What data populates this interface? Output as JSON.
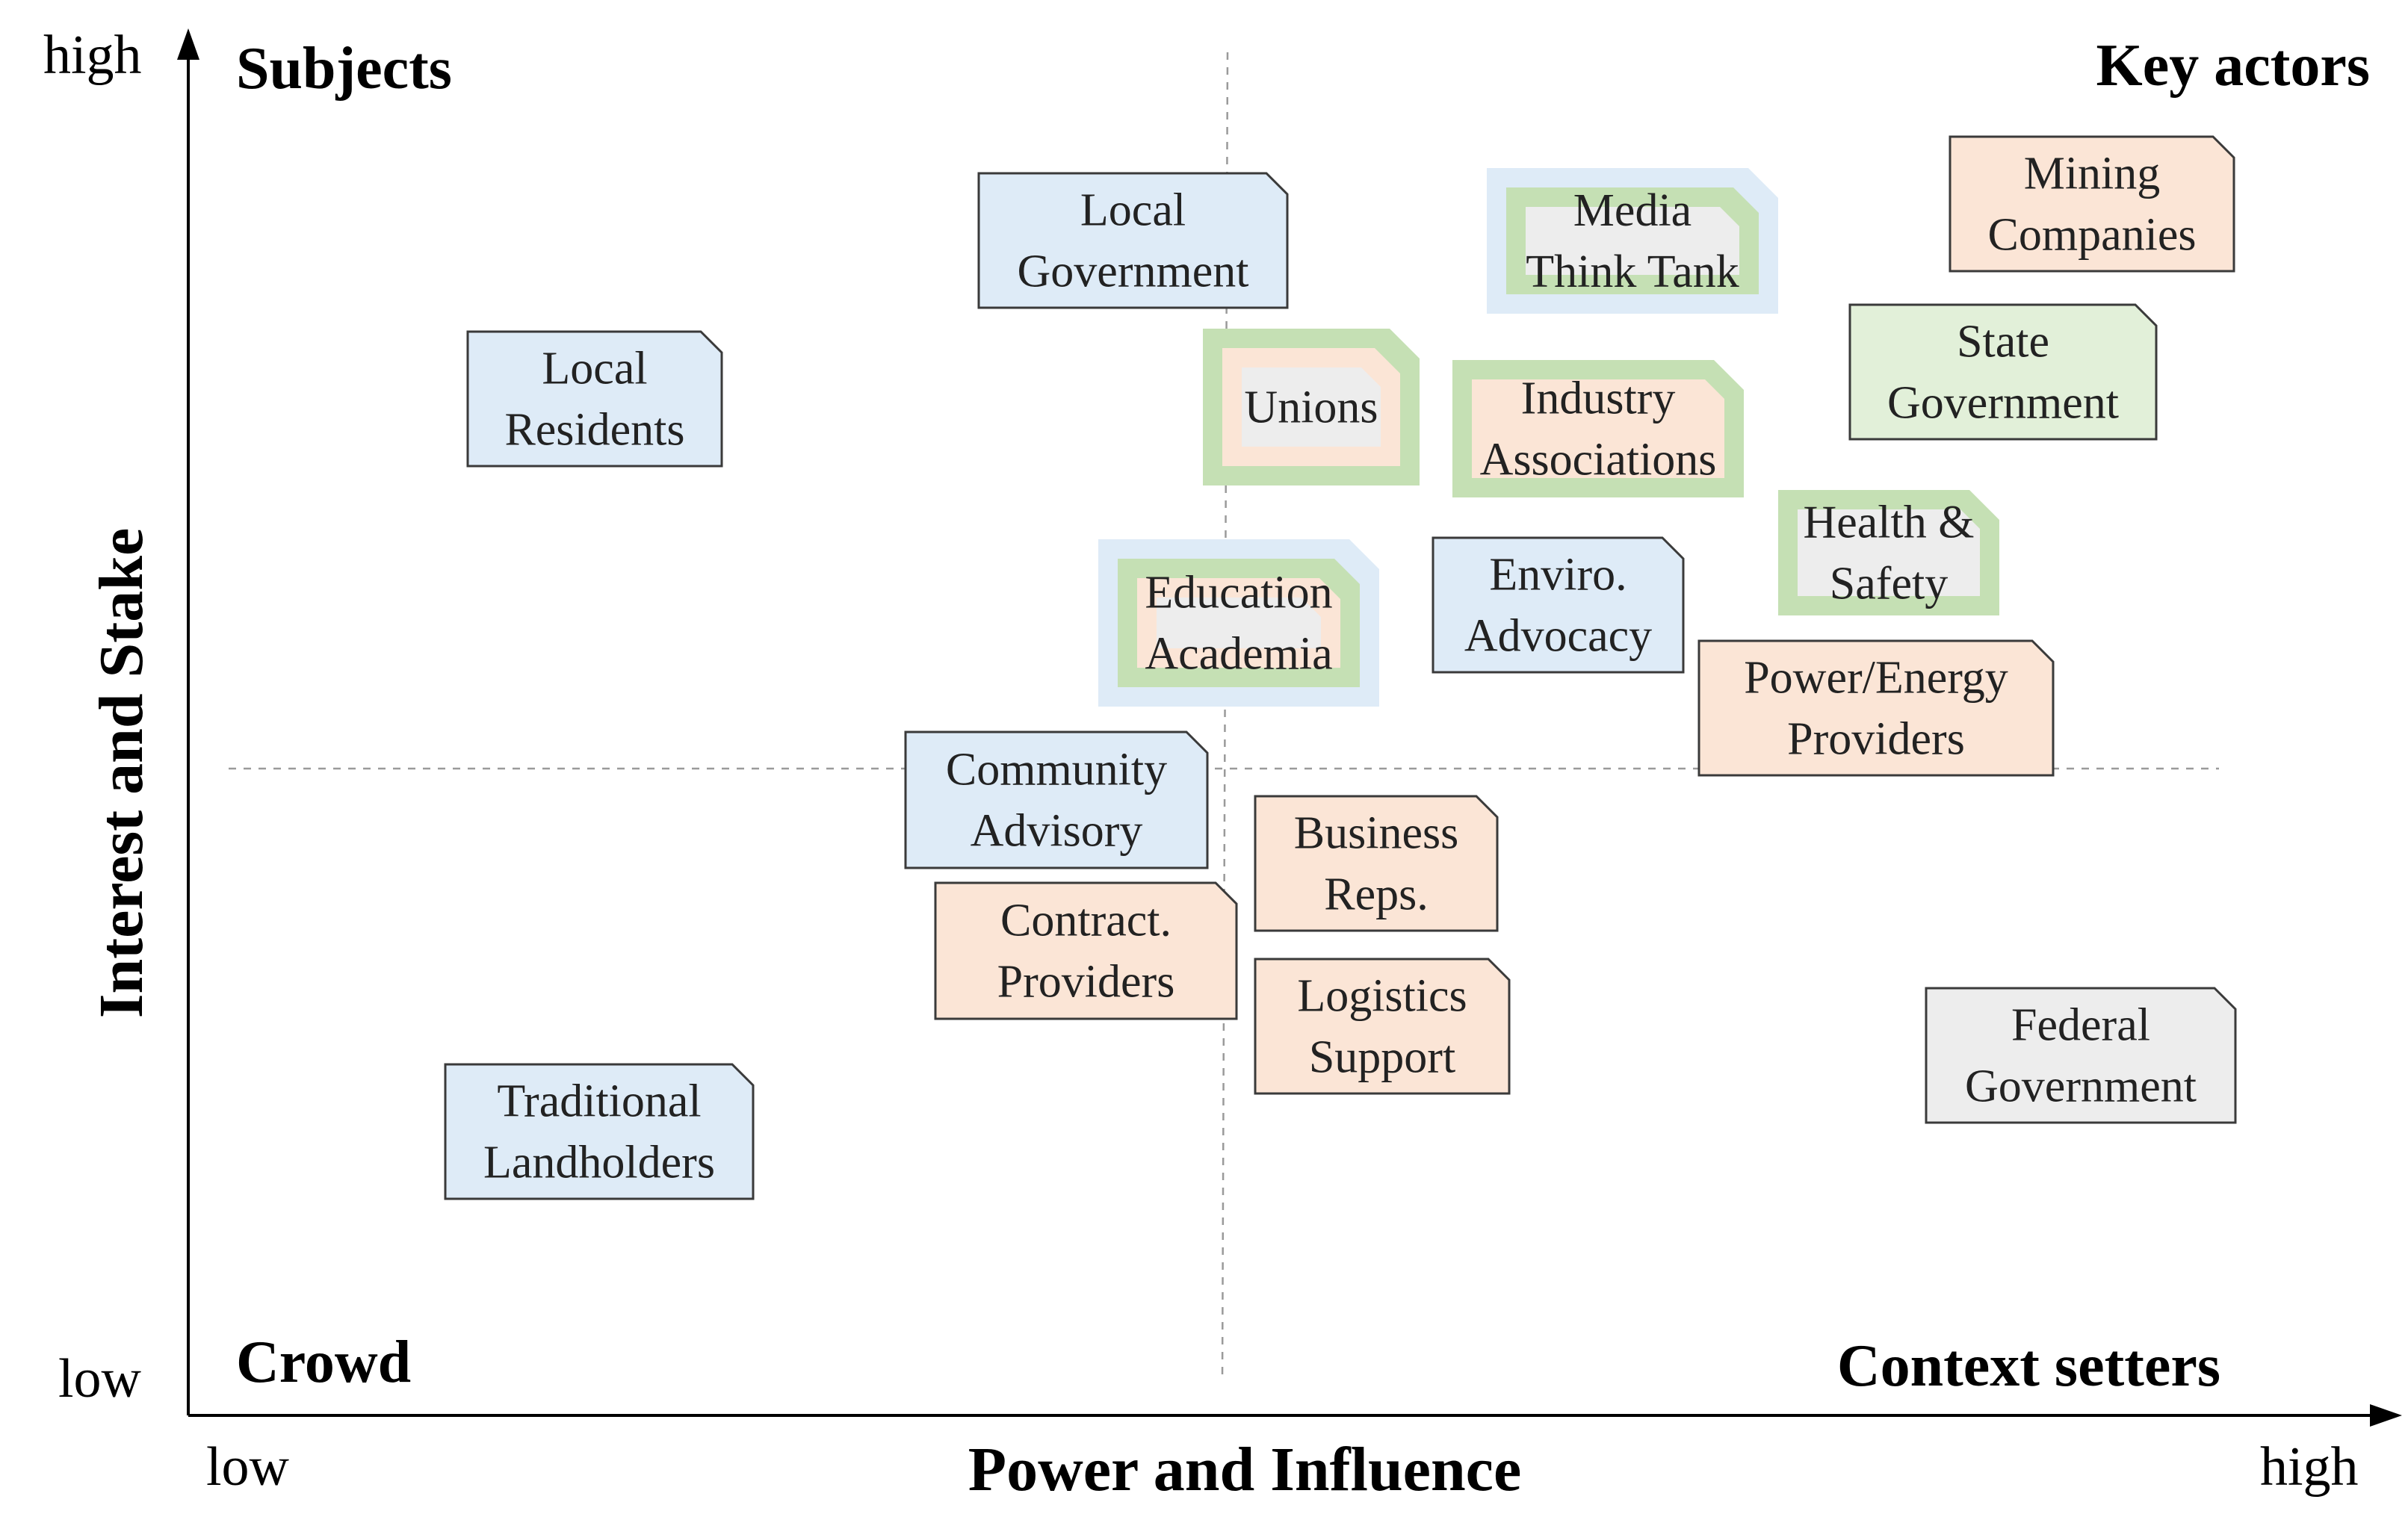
{
  "axes": {
    "x_label": "Power and Influence",
    "y_label": "Interest and Stake",
    "x_low": "low",
    "x_high": "high",
    "y_low": "low",
    "y_high": "high"
  },
  "quadrants": {
    "top_left": "Subjects",
    "top_right": "Key actors",
    "bottom_left": "Crowd",
    "bottom_right": "Context setters"
  },
  "legend_colors": {
    "blue": "#deebf7",
    "orange": "#fbe5d6",
    "green": "#e2f0d9",
    "gray": "#ededed",
    "green_frame": "#c5e0b4",
    "blue_frame": "#deebf7",
    "border": "#3a3a3a"
  },
  "stakeholders": [
    {
      "id": "local-government",
      "line1": "Local",
      "line2": "Government",
      "fill": "blue"
    },
    {
      "id": "media-think-tank",
      "line1": "Media",
      "line2": "Think Tank",
      "fill": "gray",
      "frames": [
        "blue",
        "green"
      ]
    },
    {
      "id": "mining-companies",
      "line1": "Mining",
      "line2": "Companies",
      "fill": "orange"
    },
    {
      "id": "local-residents",
      "line1": "Local",
      "line2": "Residents",
      "fill": "blue"
    },
    {
      "id": "unions",
      "line1": "Unions",
      "line2": "",
      "fill": "gray",
      "frames": [
        "green",
        "orange"
      ]
    },
    {
      "id": "industry-associations",
      "line1": "Industry",
      "line2": "Associations",
      "fill": "orange",
      "frames": [
        "green"
      ]
    },
    {
      "id": "state-government",
      "line1": "State",
      "line2": "Government",
      "fill": "green"
    },
    {
      "id": "health-safety",
      "line1": "Health &",
      "line2": "Safety",
      "fill": "gray",
      "frames": [
        "green"
      ]
    },
    {
      "id": "education-academia",
      "line1": "Education",
      "line2": "Academia",
      "fill": "gray",
      "frames": [
        "blue",
        "green",
        "orange"
      ]
    },
    {
      "id": "enviro-advocacy",
      "line1": "Enviro.",
      "line2": "Advocacy",
      "fill": "blue"
    },
    {
      "id": "power-energy-providers",
      "line1": "Power/Energy",
      "line2": "Providers",
      "fill": "orange"
    },
    {
      "id": "community-advisory",
      "line1": "Community",
      "line2": "Advisory",
      "fill": "blue"
    },
    {
      "id": "business-reps",
      "line1": "Business",
      "line2": "Reps.",
      "fill": "orange"
    },
    {
      "id": "contract-providers",
      "line1": "Contract.",
      "line2": "Providers",
      "fill": "orange"
    },
    {
      "id": "logistics-support",
      "line1": "Logistics",
      "line2": "Support",
      "fill": "orange"
    },
    {
      "id": "federal-government",
      "line1": "Federal",
      "line2": "Government",
      "fill": "gray"
    },
    {
      "id": "traditional-landholders",
      "line1": "Traditional",
      "line2": "Landholders",
      "fill": "blue"
    }
  ]
}
